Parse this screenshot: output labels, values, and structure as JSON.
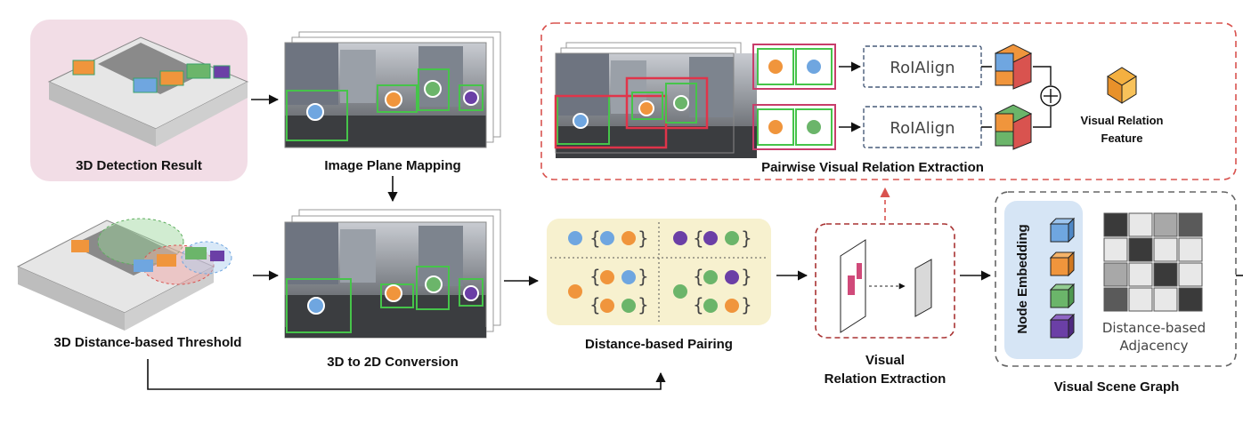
{
  "labels": {
    "det_result": "3D Detection Result",
    "img_plane": "Image Plane Mapping",
    "dist_thresh": "3D Distance-based Threshold",
    "conv_3d2d": "3D to 2D Conversion",
    "dist_pairing": "Distance-based Pairing",
    "vis_rel_1": "Visual",
    "vis_rel_2": "Relation Extraction",
    "pairwise": "Pairwise Visual Relation Extraction",
    "roi_1": "RoIAlign",
    "roi_2": "RoIAlign",
    "vrf_1": "Visual Relation",
    "vrf_2": "Feature",
    "node_emb": "Node Embedding",
    "adj_1": "Distance-based",
    "adj_2": "Adjacency",
    "vsg": "Visual Scene Graph"
  },
  "colors": {
    "blue": "#6fa6e0",
    "orange": "#f0953c",
    "green": "#6bb56a",
    "purple": "#6b3fa6",
    "red_dash": "#d9534f",
    "pairing_bg": "#f7f1cf",
    "node_bg": "#d6e5f5",
    "det_bg": "#f2dde6"
  },
  "icons": [
    "plus-circle-icon",
    "feature-cube-icon",
    "roi-crop-icon"
  ]
}
